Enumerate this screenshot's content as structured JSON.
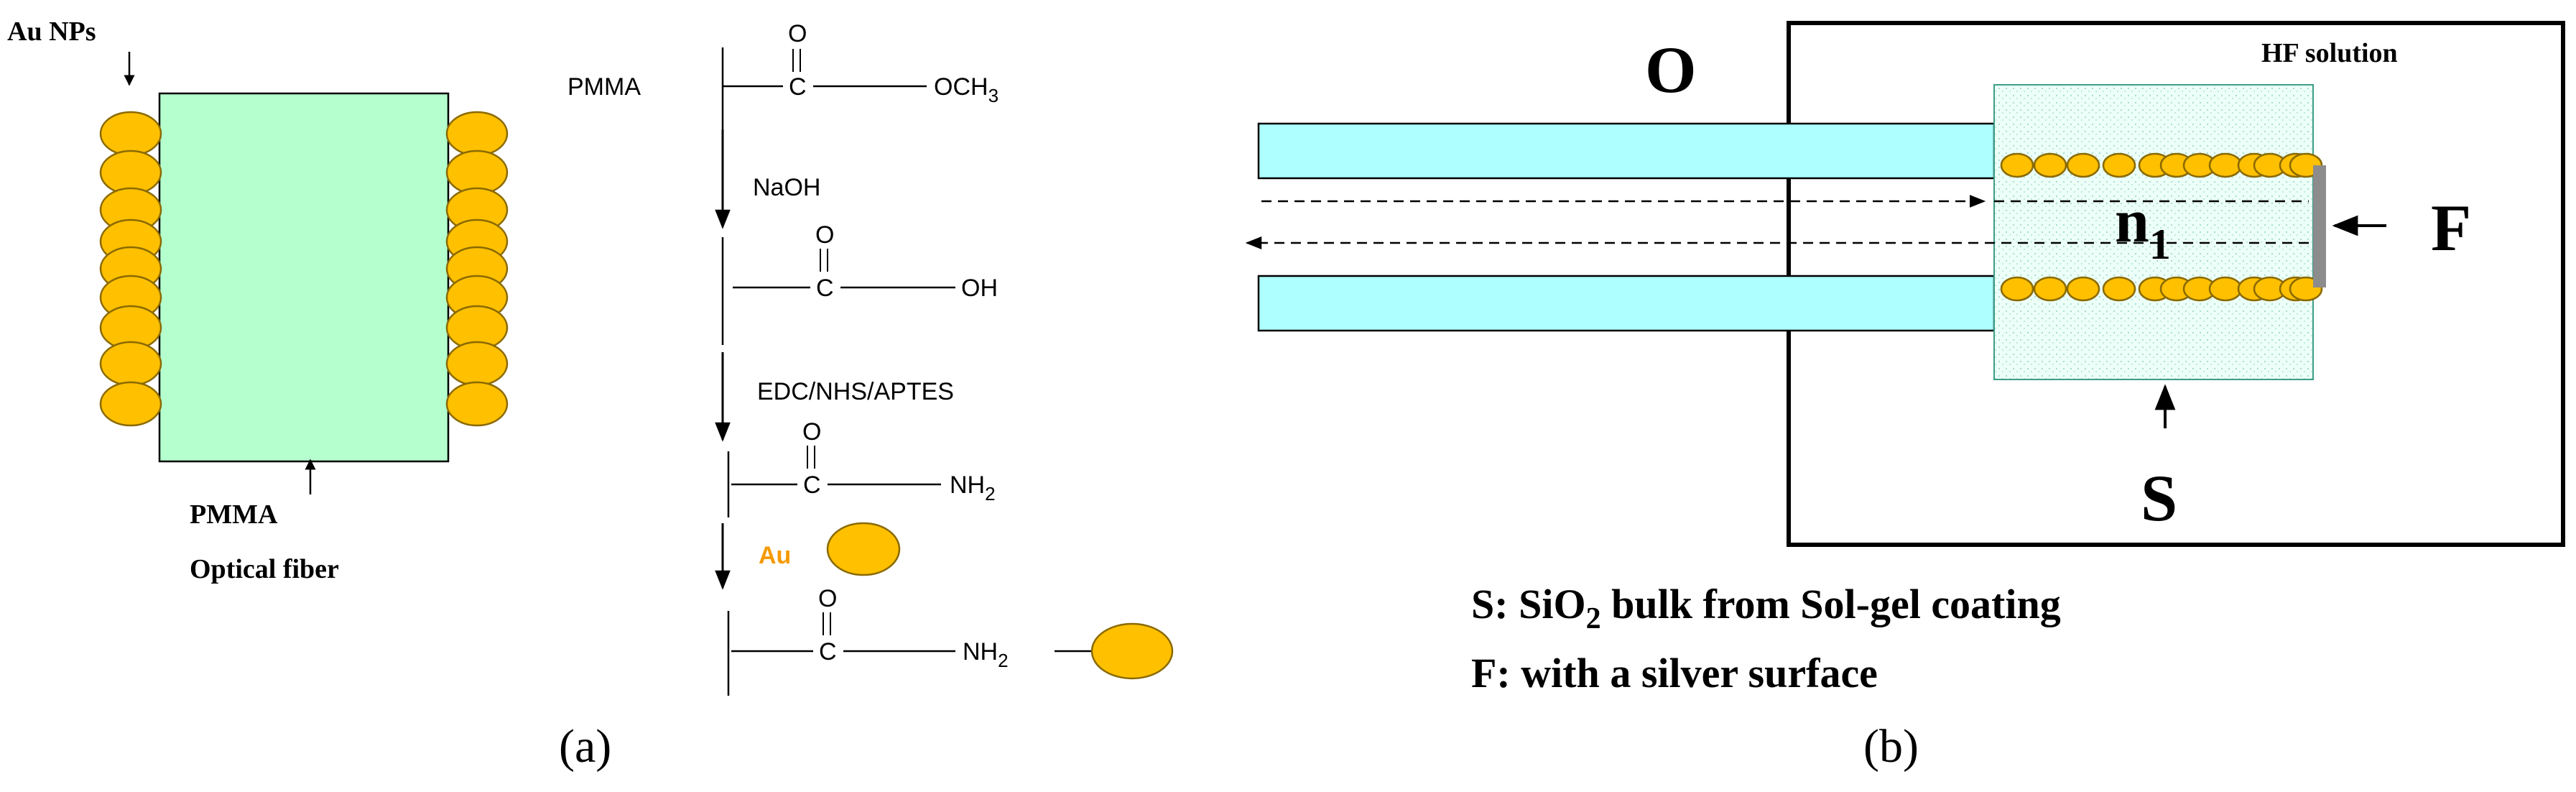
{
  "colors": {
    "gold": "#FFC000",
    "gold_stroke": "#8A6A00",
    "pmma_fill": "#B4FFCD",
    "fiber_fill": "#AEFFFF",
    "sol_gel_fill": "#E6FFF7",
    "sol_gel_stroke": "#3C9E86",
    "au_label": "#F59A00",
    "silver": "#8C8C8C",
    "ink": "#000000"
  },
  "panel_a": {
    "label": "(a)",
    "au_nps_label": "Au NPs",
    "pmma_label": "PMMA",
    "optical_fiber_label": "Optical fiber",
    "left_bead_count": 9,
    "right_bead_count": 9,
    "scheme": {
      "pmma_label": "PMMA",
      "step1": {
        "top_atom": "O",
        "carbon": "C",
        "group": "OCH",
        "group_sub": "3"
      },
      "reagent1": "NaOH",
      "step2": {
        "top_atom": "O",
        "carbon": "C",
        "group": "OH"
      },
      "reagent2": "EDC/NHS/APTES",
      "step3": {
        "top_atom": "O",
        "carbon": "C",
        "group": "NH",
        "group_sub": "2"
      },
      "reagent3": "Au",
      "step4": {
        "top_atom": "O",
        "carbon": "C",
        "group": "NH",
        "group_sub": "2"
      }
    }
  },
  "panel_b": {
    "label": "(b)",
    "o_label": "O",
    "hf_label": "HF solution",
    "n_label": "n",
    "n_sub": "1",
    "f_label": "F",
    "s_label": "S",
    "legend_s": {
      "prefix": "S: SiO",
      "sub": "2",
      "suffix": " bulk  from Sol-gel coating"
    },
    "legend_f": "F: with a silver surface",
    "top_bead_count": 12,
    "bottom_bead_count": 12
  }
}
